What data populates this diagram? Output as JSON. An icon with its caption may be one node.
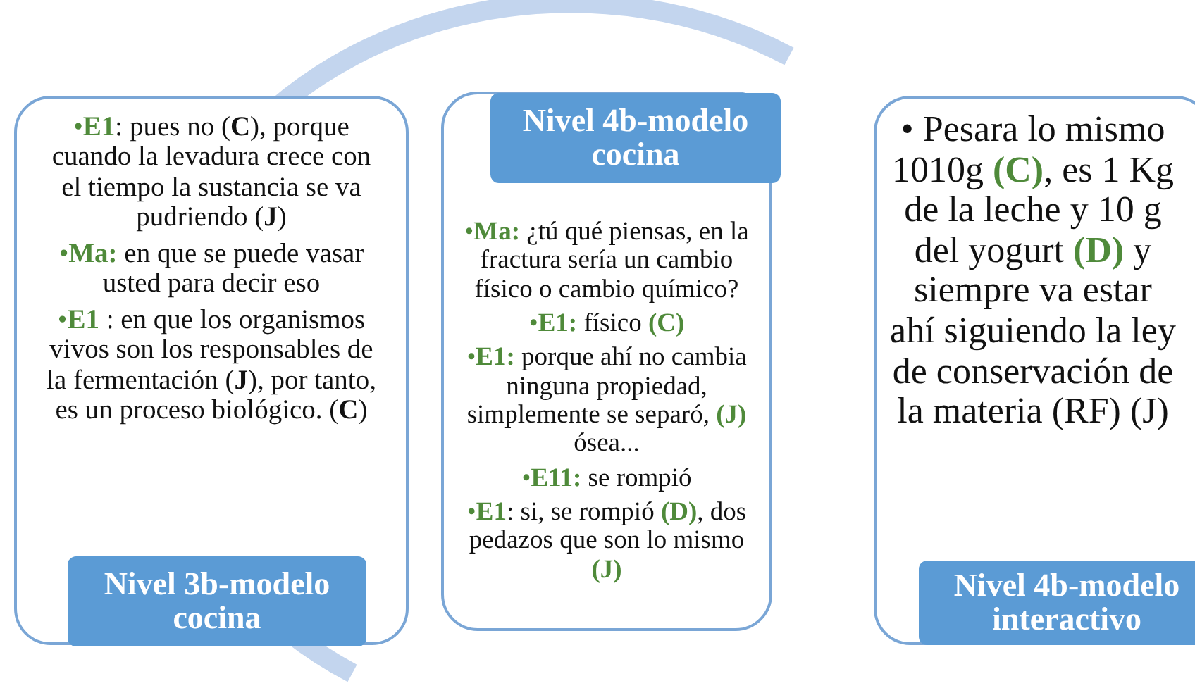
{
  "diagram": {
    "nodes": [
      {
        "text": [
          "•**E1**: pues no (**C**), porque cuando la levadura crece con el tiempo la sustancia se va pudriendo (**J**)",
          "•**Ma:** en que se puede vasar usted para decir eso",
          "•**E1** : en que los organismos vivos son los responsables de la fermentación (**J**), por tanto, es un proceso biológico. (**C**)"
        ]
      },
      {
        "text": [
          "Nivel 3b-modelo cocina"
        ],
        "in": 0
      },
      {
        "text": [
          "•**Ma:** ¿tú qué piensas, en la fractura sería un cambio físico o cambio químico?",
          "•**E1:** físico **(C)**",
          "•**E1:** porque ahí no cambia ninguna propiedad, simplemente se separó, **(J)** ósea...",
          "•**E11:** se rompió",
          "•**E1**: si, se rompió **(D)**, dos pedazos que son lo mismo **(J)**"
        ]
      },
      {
        "text": [
          "Nivel 4b-modelo cocina"
        ],
        "in": 2
      },
      {
        "text": [
          "• Pesara lo mismo 1010g **(C)**, es 1 Kg de la leche y 10 g del yogurt **(D)** y siempre va estar ahí siguiendo la ley de conservación de la materia (RF) (J)"
        ]
      },
      {
        "text": [
          "Nivel 4b-modelo interactivo"
        ],
        "in": 4
      }
    ]
  }
}
